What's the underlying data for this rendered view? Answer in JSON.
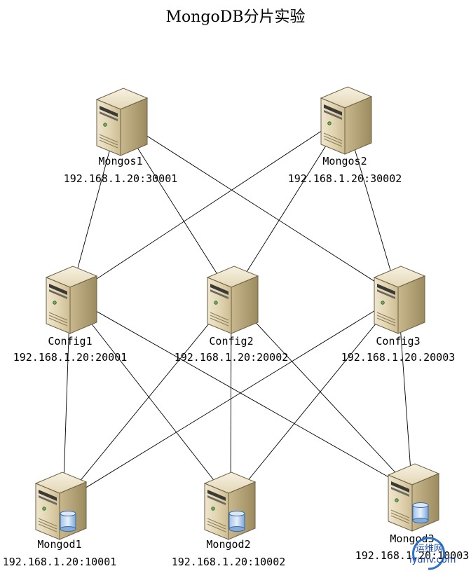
{
  "title": "MongoDB分片实验",
  "nodes": {
    "mongos1": {
      "name": "Mongos1",
      "address": "192.168.1.20:30001"
    },
    "mongos2": {
      "name": "Mongos2",
      "address": "192.168.1.20:30002"
    },
    "config1": {
      "name": "Config1",
      "address": "192.168.1.20:20001"
    },
    "config2": {
      "name": "Config2",
      "address": "192.168.1.20:20002"
    },
    "config3": {
      "name": "Config3",
      "address": "192.168.1.20.20003"
    },
    "mongod1": {
      "name": "Mongod1",
      "address": "192.168.1.20:10001"
    },
    "mongod2": {
      "name": "Mongod2",
      "address": "192.168.1.20:10002"
    },
    "mongod3": {
      "name": "Mongod3",
      "address": "192.168.1.20:10003"
    }
  },
  "connections": [
    [
      "mongos1",
      "config1"
    ],
    [
      "mongos1",
      "config2"
    ],
    [
      "mongos1",
      "config3"
    ],
    [
      "mongos2",
      "config1"
    ],
    [
      "mongos2",
      "config2"
    ],
    [
      "mongos2",
      "config3"
    ],
    [
      "config1",
      "mongod1"
    ],
    [
      "config1",
      "mongod2"
    ],
    [
      "config1",
      "mongod3"
    ],
    [
      "config2",
      "mongod1"
    ],
    [
      "config2",
      "mongod2"
    ],
    [
      "config2",
      "mongod3"
    ],
    [
      "config3",
      "mongod1"
    ],
    [
      "config3",
      "mongod2"
    ],
    [
      "config3",
      "mongod3"
    ]
  ],
  "watermark": {
    "line1": "运维网",
    "line2": "iyunv.com"
  }
}
